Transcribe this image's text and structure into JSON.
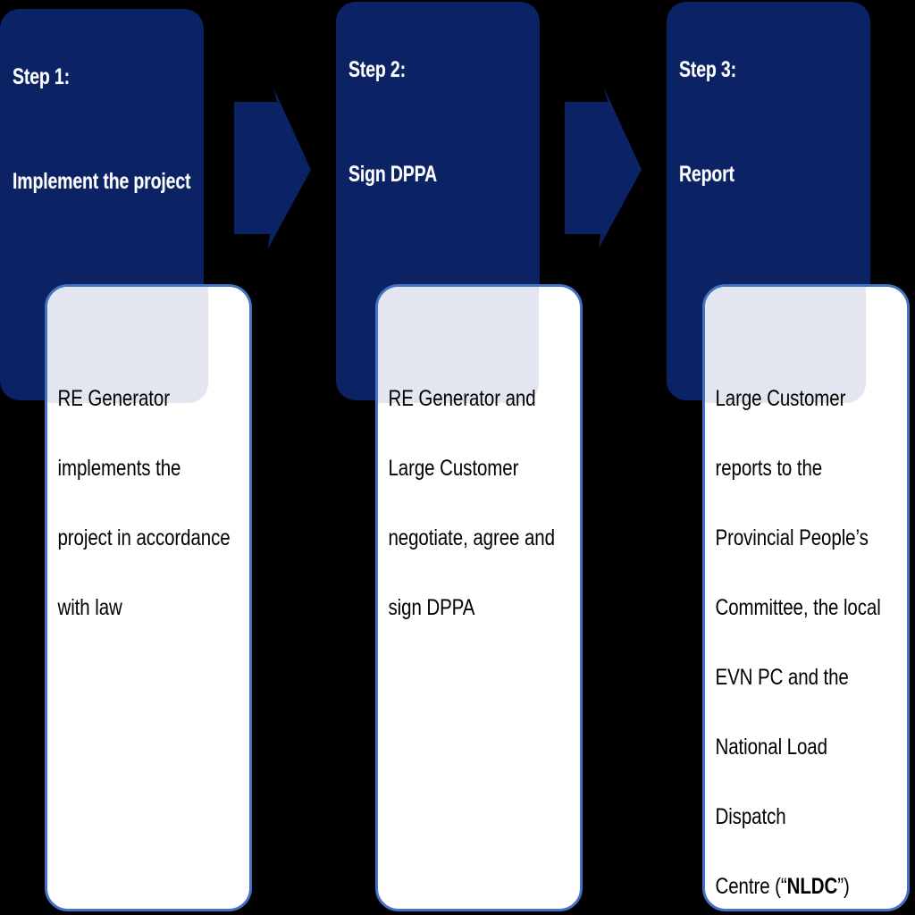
{
  "diagram": {
    "title": "DPPA three-step process",
    "colors": {
      "step_box_navy": "#0B2265",
      "arrow_navy": "#0B2265",
      "card_border_blue": "#4472C4",
      "card_background": "#FFFFFF",
      "highlight_band": "#E3E6F0",
      "step_text": "#FFFFFF",
      "card_text": "#000000",
      "canvas_background": "#000000"
    },
    "steps": [
      {
        "number_label": "Step 1:",
        "title": "Implement the project",
        "detail_lines": [
          "RE Generator",
          "implements the",
          "project in accordance",
          "with law"
        ],
        "detail_text": "RE Generator implements the project in accordance with law"
      },
      {
        "number_label": "Step 2:",
        "title": "Sign DPPA",
        "detail_lines": [
          "RE Generator and",
          "Large Customer",
          "negotiate, agree and",
          "sign DPPA"
        ],
        "detail_text": "RE Generator and Large Customer negotiate, agree and sign DPPA"
      },
      {
        "number_label": "Step 3:",
        "title": "Report",
        "detail_lines": [
          "Large Customer",
          "reports to the",
          "Provincial People’s",
          "Committee, the local",
          "EVN PC and the",
          "National Load Dispatch",
          "Centre (“NLDC”)"
        ],
        "detail_text_before_bold": "Centre (“",
        "detail_bold_term": "NLDC",
        "detail_text_after_bold": "”)",
        "detail_text": "Large Customer reports to the Provincial People’s Committee, the local EVN PC and the National Load Dispatch Centre (“NLDC”)"
      }
    ],
    "arrows": [
      {
        "name": "arrow-step1-to-step2",
        "direction": "right"
      },
      {
        "name": "arrow-step2-to-step3",
        "direction": "right"
      }
    ]
  }
}
